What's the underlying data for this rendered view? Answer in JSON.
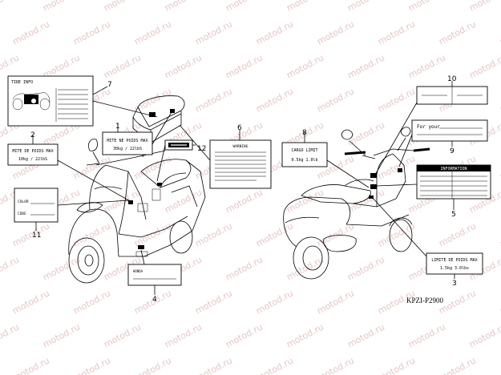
{
  "watermark": "motod.ru",
  "figure_code": "KPZI-P2900",
  "callouts": {
    "c1": "1",
    "c2": "2",
    "c3": "3",
    "c4": "4",
    "c5": "5",
    "c6": "6",
    "c7": "7",
    "c8": "8",
    "c9": "9",
    "c10": "10",
    "c11": "11",
    "c12": "12"
  },
  "labels": {
    "l1": {
      "line1": "MITE NE POIDS MAX",
      "line2": "30kg  / 22lbS"
    },
    "l2": {
      "line1": "MITE DE POIDS MAX",
      "line2": "10kg  / 22lbS"
    },
    "l3": {
      "line1": "LIMITE DE POIDS MAX",
      "line2": "1.5kg      3.0lbs"
    },
    "l6": {
      "title": "WARNING"
    },
    "l7": {
      "title": "TIRE INFO"
    },
    "l8": {
      "line1": "CARGO LIMIT",
      "line2": "0.5kg     1.0lb"
    },
    "l9": {
      "line1": "For your"
    },
    "l5": {
      "title": "INFORMATION"
    },
    "l11": {
      "line1": "COLOR",
      "line2": "CODE"
    },
    "l4": {
      "line1": "HONDA"
    }
  }
}
